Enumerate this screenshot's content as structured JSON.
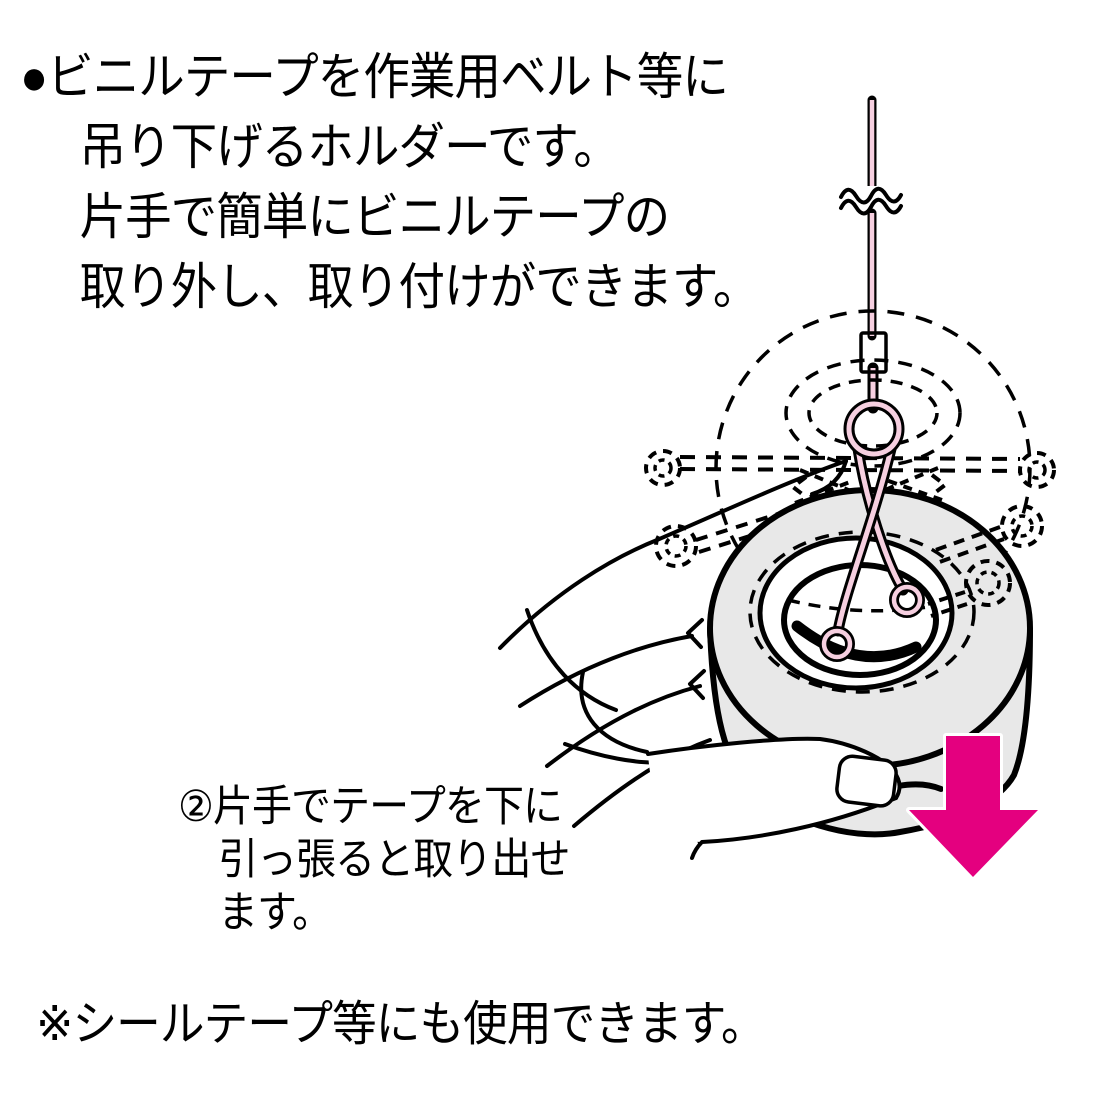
{
  "description": {
    "lines": [
      "●ビニルテープを作業用ベルト等に",
      "吊り下げるホルダーです。",
      "片手で簡単にビニルテープの",
      "取り外し、取り付けができます。"
    ]
  },
  "step_caption": {
    "step_number": "②",
    "lines": [
      "②片手でテープを下に",
      "引っ張ると取り出せ",
      "ます。"
    ]
  },
  "note": {
    "text": "※シールテープ等にも使用できます。"
  },
  "illustration": {
    "subject": "hand pulling vinyl tape roll down off wire holder hung from belt",
    "colors": {
      "outline": "#000000",
      "tape_fill": "#e8e8e8",
      "wire_fill": "#f6cfe0",
      "sleeve_fill": "#f8d3e5",
      "arrow_fill": "#e4007f",
      "white": "#ffffff"
    }
  }
}
